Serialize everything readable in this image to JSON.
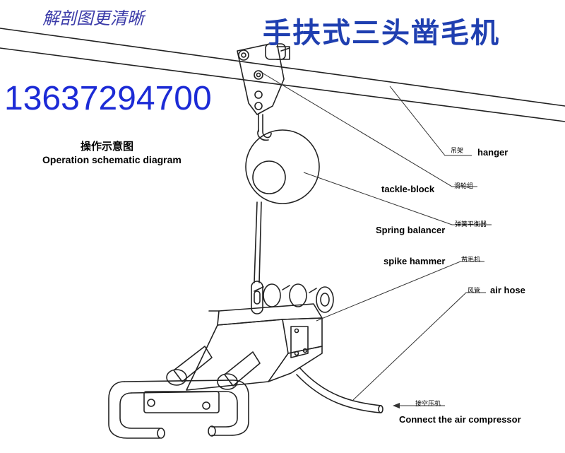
{
  "header": {
    "subtitle_cn": "解剖图更清晰",
    "title_cn": "手扶式三头凿毛机",
    "phone": "13637294700"
  },
  "caption": {
    "cn": "操作示意图",
    "en": "Operation schematic diagram"
  },
  "labels": {
    "hanger_cn": "吊架",
    "hanger_en": "hanger",
    "tackle_cn": "滑轮组",
    "tackle_en": "tackle-block",
    "spring_cn": "弹簧平衡器",
    "spring_en": "Spring balancer",
    "spike_cn": "凿毛机",
    "spike_en": "spike hammer",
    "hose_cn": "风管",
    "hose_en": "air hose",
    "compressor_cn": "接空压机",
    "compressor_en": "Connect the air compressor"
  },
  "colors": {
    "line": "#222222",
    "title_blue": "#1f3fb0",
    "phone_blue": "#1c2bd6",
    "subtitle_blue": "#3a3aa8"
  }
}
